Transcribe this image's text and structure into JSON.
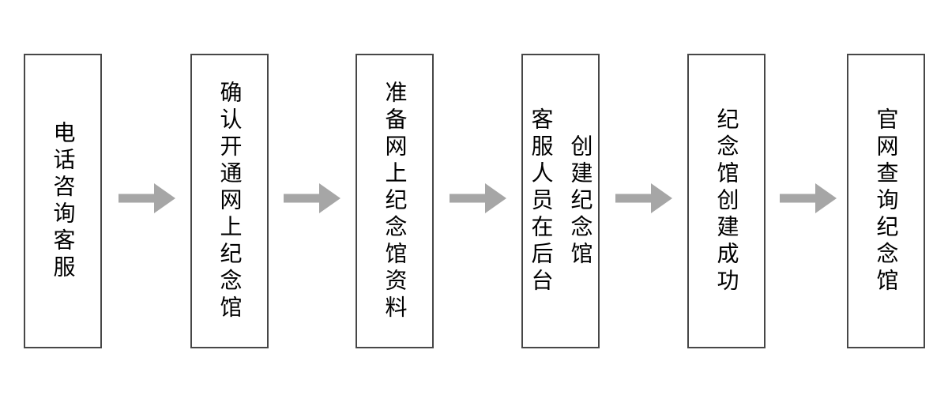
{
  "diagram": {
    "type": "flowchart",
    "direction": "left-to-right",
    "steps": [
      {
        "text": "电话咨询客服"
      },
      {
        "text": "确认开通网上纪念馆"
      },
      {
        "text": "准备网上纪念馆资料"
      },
      {
        "text": "客服人员在后台\n创建纪念馆"
      },
      {
        "text": "纪念馆创建成功"
      },
      {
        "text": "官网查询纪念馆"
      }
    ],
    "connector": "right-arrow"
  },
  "colors": {
    "arrow": "#a6a6a6",
    "box_border": "#474747",
    "box_fill": "#ffffff",
    "text": "#000000",
    "background": "#ffffff"
  }
}
